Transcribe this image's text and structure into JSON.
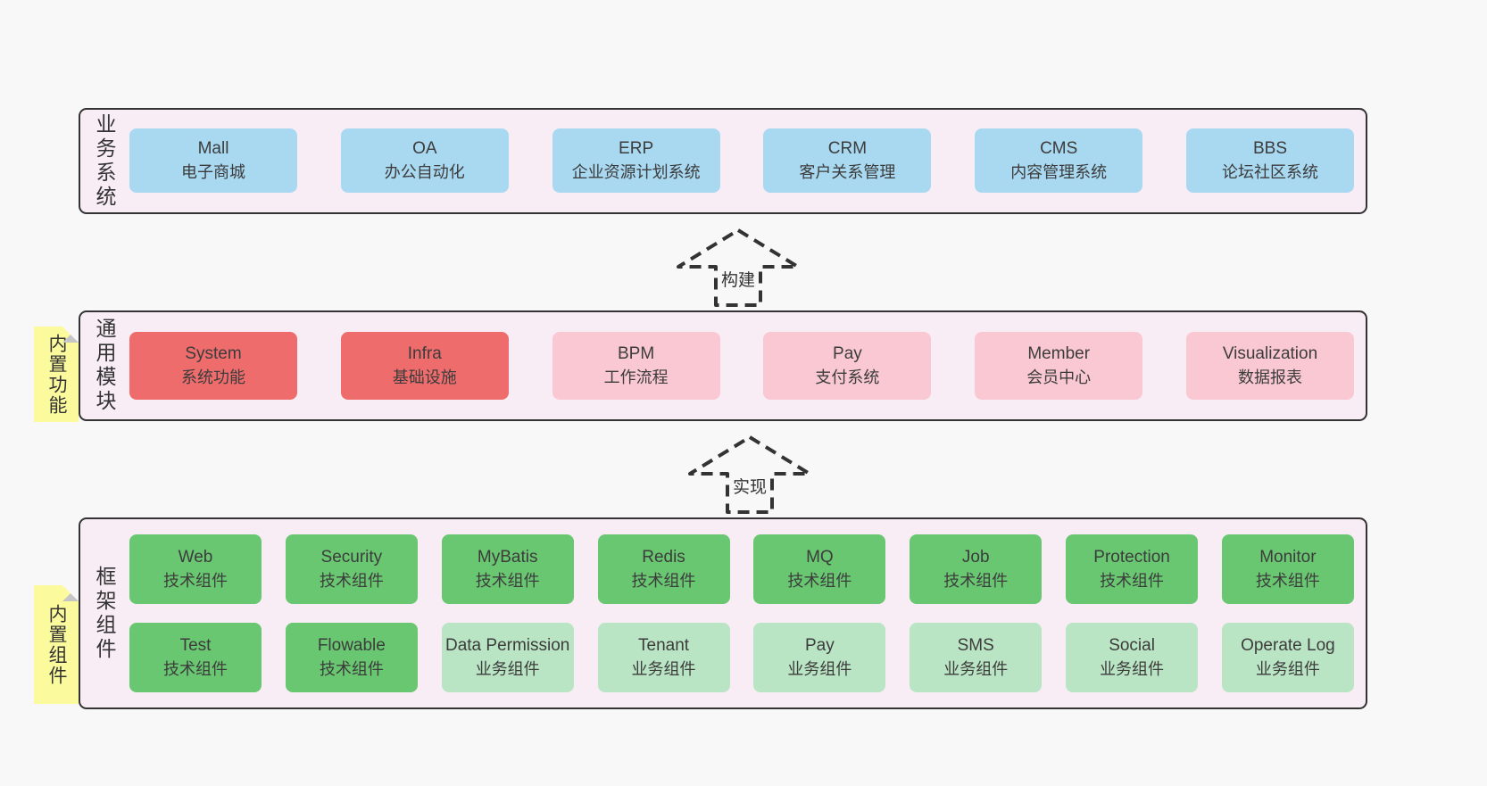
{
  "diagram": {
    "layers": {
      "business": {
        "label": "业务系统",
        "boxes": [
          {
            "name": "Mall",
            "desc": "电子商城",
            "variant": "blue"
          },
          {
            "name": "OA",
            "desc": "办公自动化",
            "variant": "blue"
          },
          {
            "name": "ERP",
            "desc": "企业资源计划系统",
            "variant": "blue"
          },
          {
            "name": "CRM",
            "desc": "客户关系管理",
            "variant": "blue"
          },
          {
            "name": "CMS",
            "desc": "内容管理系统",
            "variant": "blue"
          },
          {
            "name": "BBS",
            "desc": "论坛社区系统",
            "variant": "blue"
          }
        ]
      },
      "modules": {
        "label": "通用模块",
        "sticky": "内置功能",
        "boxes": [
          {
            "name": "System",
            "desc": "系统功能",
            "variant": "red"
          },
          {
            "name": "Infra",
            "desc": "基础设施",
            "variant": "red"
          },
          {
            "name": "BPM",
            "desc": "工作流程",
            "variant": "pink"
          },
          {
            "name": "Pay",
            "desc": "支付系统",
            "variant": "pink"
          },
          {
            "name": "Member",
            "desc": "会员中心",
            "variant": "pink"
          },
          {
            "name": "Visualization",
            "desc": "数据报表",
            "variant": "pink"
          }
        ]
      },
      "components": {
        "label": "框架组件",
        "sticky": "内置组件",
        "row1": [
          {
            "name": "Web",
            "desc": "技术组件",
            "variant": "green"
          },
          {
            "name": "Security",
            "desc": "技术组件",
            "variant": "green"
          },
          {
            "name": "MyBatis",
            "desc": "技术组件",
            "variant": "green"
          },
          {
            "name": "Redis",
            "desc": "技术组件",
            "variant": "green"
          },
          {
            "name": "MQ",
            "desc": "技术组件",
            "variant": "green"
          },
          {
            "name": "Job",
            "desc": "技术组件",
            "variant": "green"
          },
          {
            "name": "Protection",
            "desc": "技术组件",
            "variant": "green"
          },
          {
            "name": "Monitor",
            "desc": "技术组件",
            "variant": "green"
          }
        ],
        "row2": [
          {
            "name": "Test",
            "desc": "技术组件",
            "variant": "green"
          },
          {
            "name": "Flowable",
            "desc": "技术组件",
            "variant": "green"
          },
          {
            "name": "Data Permission",
            "desc": "业务组件",
            "variant": "green-light"
          },
          {
            "name": "Tenant",
            "desc": "业务组件",
            "variant": "green-light"
          },
          {
            "name": "Pay",
            "desc": "业务组件",
            "variant": "green-light"
          },
          {
            "name": "SMS",
            "desc": "业务组件",
            "variant": "green-light"
          },
          {
            "name": "Social",
            "desc": "业务组件",
            "variant": "green-light"
          },
          {
            "name": "Operate Log",
            "desc": "业务组件",
            "variant": "green-light"
          }
        ]
      }
    },
    "arrows": [
      {
        "label": "构建"
      },
      {
        "label": "实现"
      }
    ]
  },
  "colors": {
    "background": "#f8f8f8",
    "container_fill": "#f9edf5",
    "container_border": "#333333",
    "blue": "#a9d8f1",
    "red": "#ee6c6c",
    "pink": "#f9c8d2",
    "green": "#69c771",
    "green_light": "#bae5c4",
    "sticky_yellow": "#fbfa9d",
    "sticky_fold": "#c6c6c6",
    "text": "#3c3c3c"
  }
}
